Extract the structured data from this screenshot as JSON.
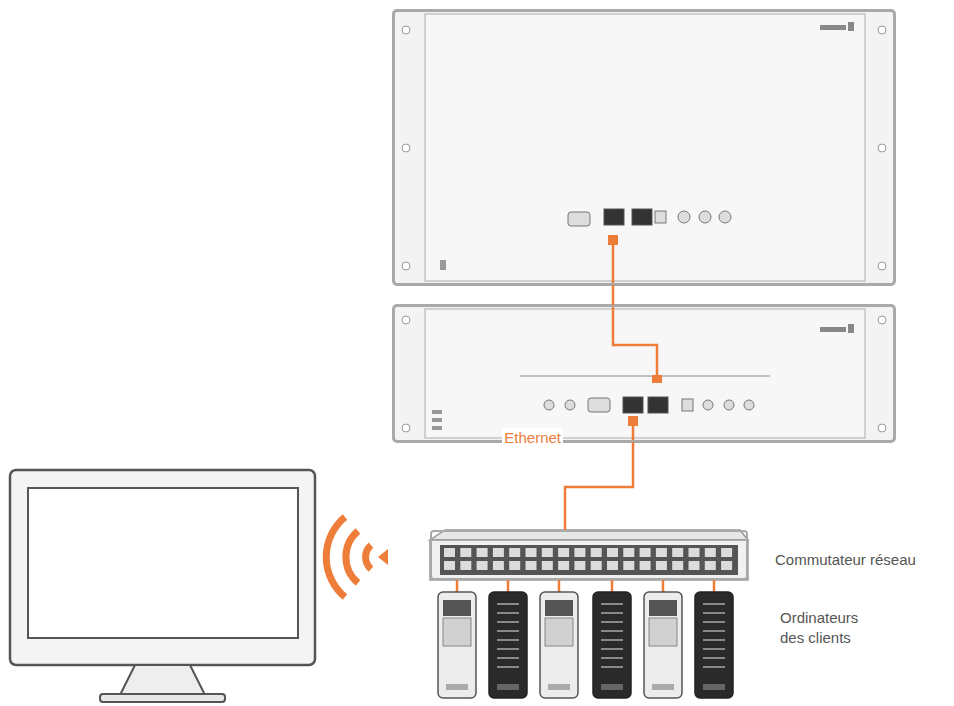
{
  "diagram": {
    "nodes": [
      {
        "text": []
      },
      {
        "text": []
      },
      {
        "text": []
      }
    ],
    "edges": [
      {
        "from": 0,
        "to": 1,
        "arrow": "none"
      },
      {
        "from": 1,
        "to": 2,
        "label": "Ethernet",
        "arrow": "none"
      }
    ],
    "labels": [
      "Commutateur réseau",
      "Ordinateurs des clients"
    ]
  }
}
